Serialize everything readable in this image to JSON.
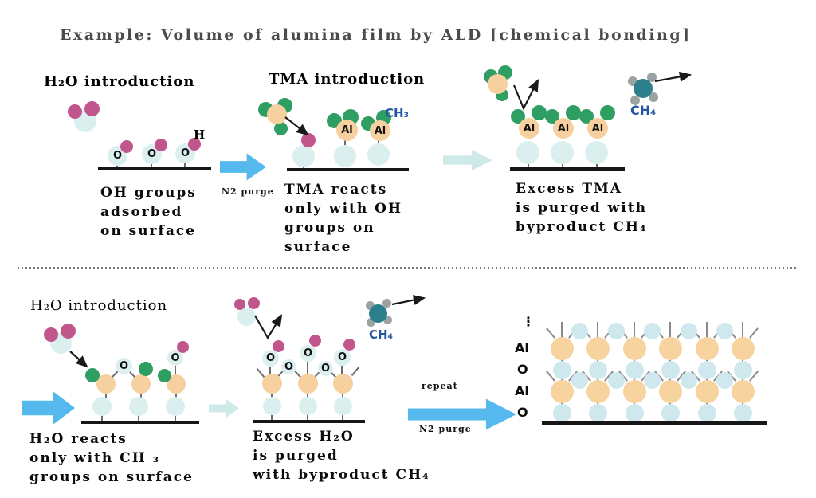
{
  "title": "Example: Volume of alumina film by ALD [chemical bonding]",
  "atoms": {
    "o": "O",
    "al": "Al",
    "h": "H",
    "ch3": "CH₃",
    "ch4": "CH₄"
  },
  "top_row": {
    "panel1": {
      "heading": "H₂O introduction",
      "caption": "OH groups\nadsorbed\non surface"
    },
    "purge_arrow_label": "N2 purge",
    "panel2": {
      "heading": "TMA introduction",
      "caption": "TMA reacts\nonly with OH\ngroups on\nsurface"
    },
    "panel3": {
      "caption": "Excess TMA\nis purged with\nbyproduct CH₄"
    }
  },
  "bottom_row": {
    "panel1": {
      "heading": "H₂O introduction",
      "caption": "H₂O reacts\nonly with CH ₃\ngroups on surface"
    },
    "panel2": {
      "caption": "Excess H₂O\nis purged\nwith byproduct CH₄"
    },
    "repeat_arrow": {
      "top_label": "repeat",
      "bottom_label": "N2 purge"
    },
    "film_layer_labels": [
      "⋮",
      "Al",
      "O",
      "Al",
      "O"
    ]
  },
  "colors": {
    "arrow_blue": "#56b9ee",
    "arrow_pale": "#cfe9e9",
    "oxygen_blue": "#dcefef",
    "hydroxyl_pink": "#c0568c",
    "methyl_green": "#2f9e63",
    "aluminum_orange": "#f6d09e",
    "carbon_teal": "#2d7f8d",
    "hydrogen_gray": "#9aa2a2",
    "chem_label_blue": "#2456a4",
    "title_gray": "#4b4b4b"
  }
}
